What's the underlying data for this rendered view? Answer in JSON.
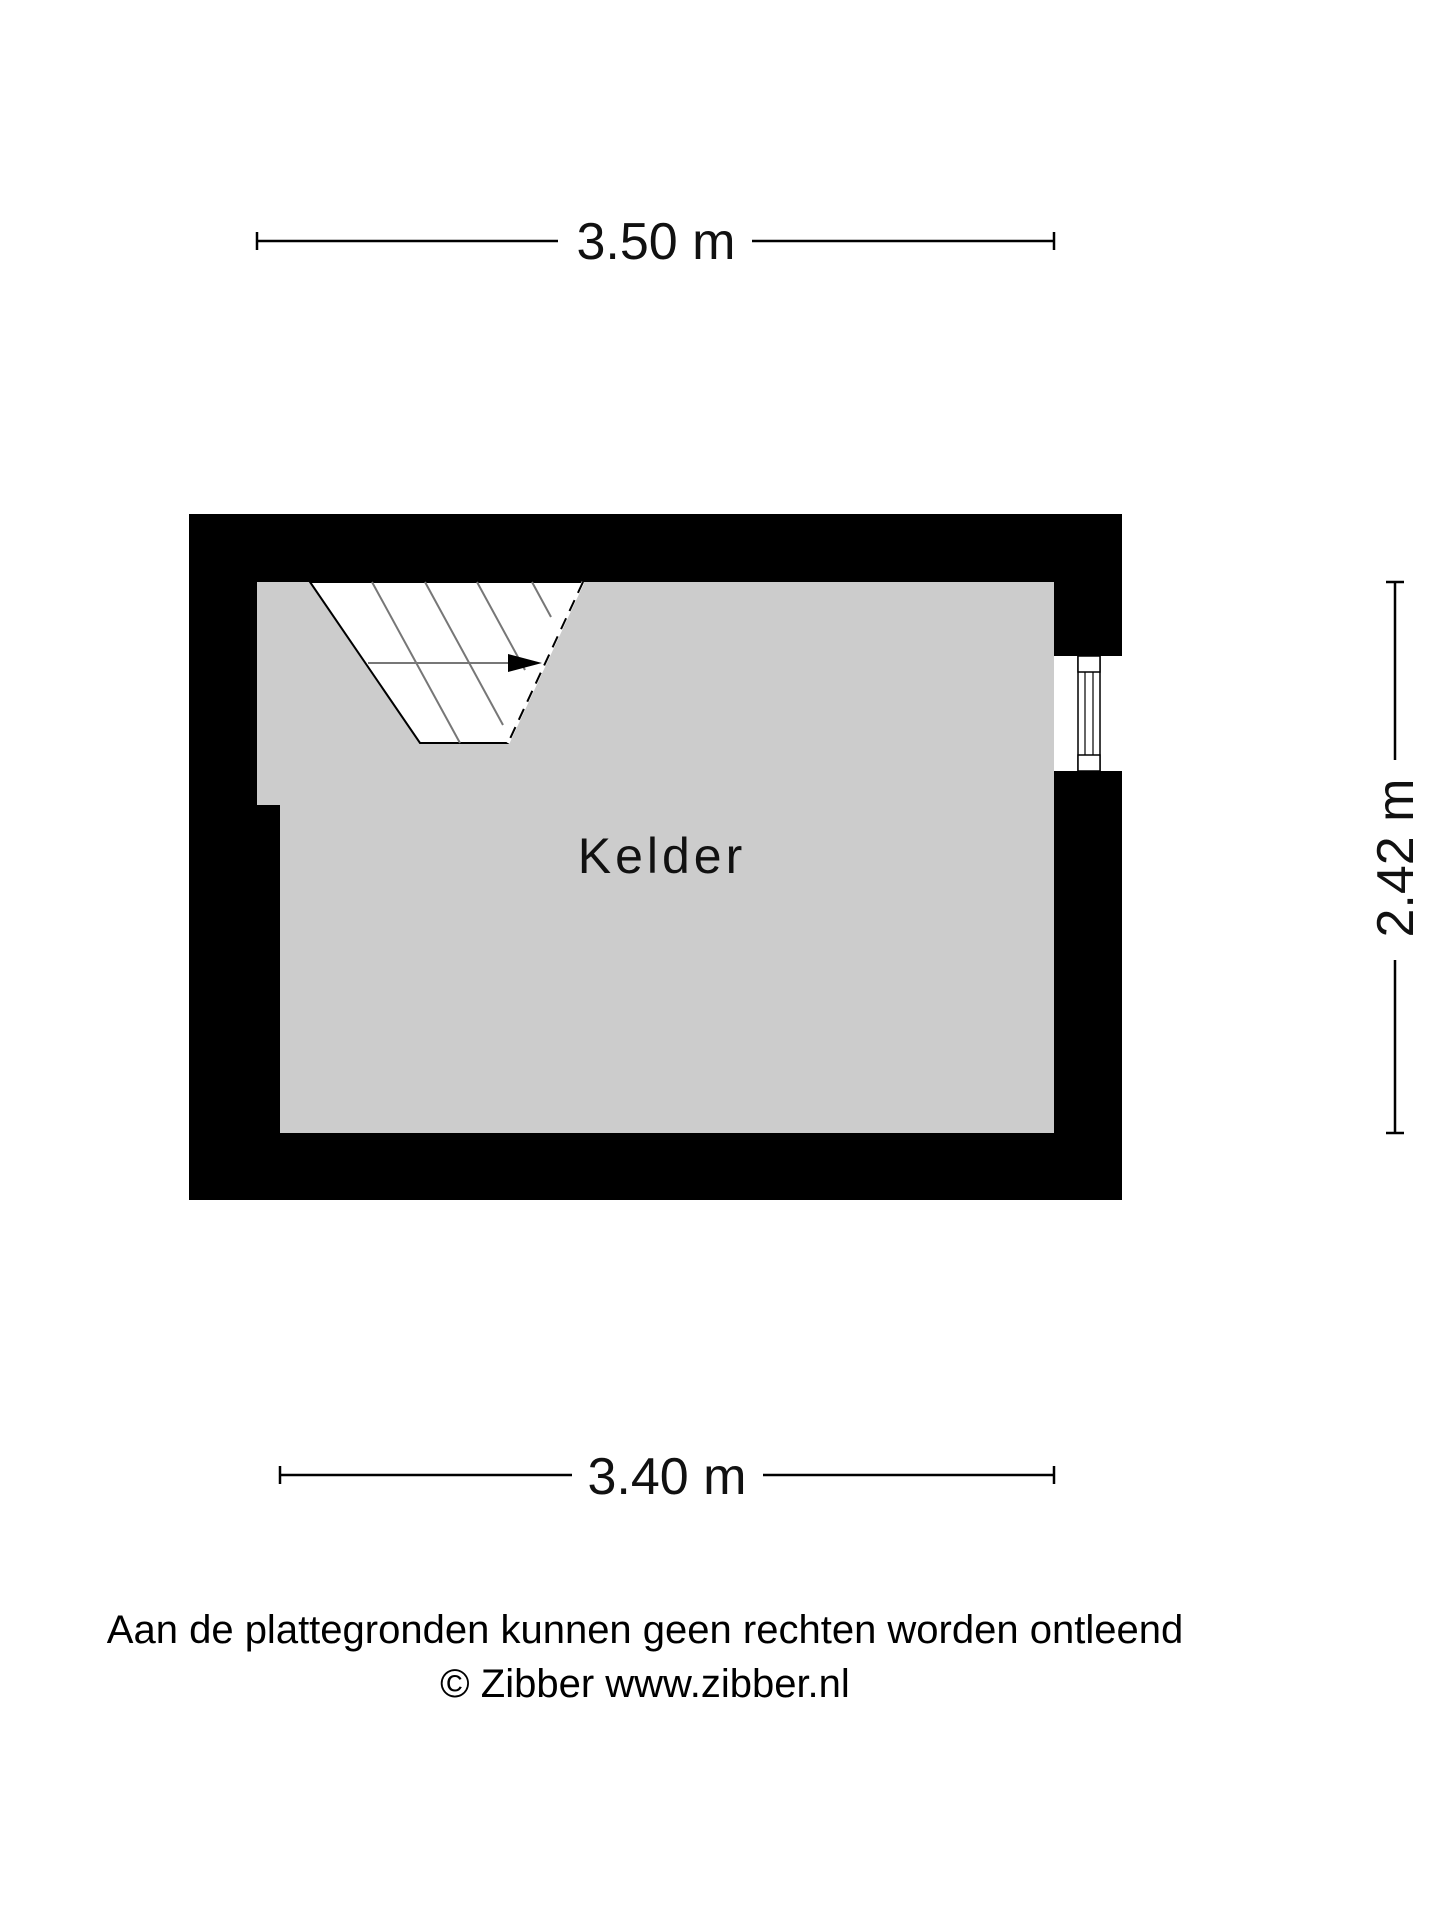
{
  "plan": {
    "room_label": "Kelder",
    "dimensions": {
      "top_width": "3.50 m",
      "right_depth": "2.42 m",
      "bottom_width": "3.40 m"
    },
    "colors": {
      "wall": "#000000",
      "floor": "#cccccc",
      "stairs": "#ffffff",
      "background": "#ffffff"
    },
    "icons": [
      "stairs-symbol",
      "stair-direction-arrow",
      "window-symbol"
    ]
  },
  "footer": {
    "disclaimer": "Aan de plattegronden kunnen geen rechten worden ontleend",
    "copyright": "© Zibber www.zibber.nl"
  }
}
